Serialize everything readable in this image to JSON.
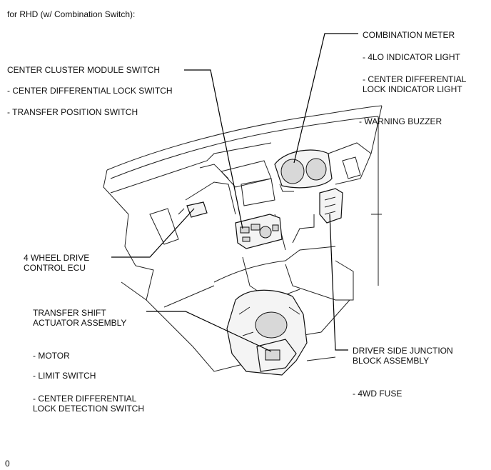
{
  "header": {
    "text": "for RHD (w/ Combination Switch):"
  },
  "labels": {
    "combination_meter": "COMBINATION METER",
    "lo_indicator": "- 4LO INDICATOR LIGHT",
    "center_diff_indicator": [
      "- CENTER DIFFERENTIAL",
      "LOCK INDICATOR LIGHT"
    ],
    "warning_buzzer": "- WARNING BUZZER",
    "center_cluster": "CENTER CLUSTER MODULE SWITCH",
    "center_diff_lock_switch": "- CENTER DIFFERENTIAL LOCK SWITCH",
    "transfer_position_switch": "- TRANSFER POSITION SWITCH",
    "four_wd_ecu": [
      "4 WHEEL DRIVE",
      "CONTROL ECU"
    ],
    "transfer_actuator": [
      "TRANSFER SHIFT",
      "ACTUATOR ASSEMBLY"
    ],
    "motor": "- MOTOR",
    "limit_switch": "- LIMIT SWITCH",
    "center_diff_detection": [
      "- CENTER DIFFERENTIAL",
      "LOCK DETECTION SWITCH"
    ],
    "junction_block": [
      "DRIVER SIDE JUNCTION",
      "BLOCK ASSEMBLY"
    ],
    "fuse": "- 4WD FUSE"
  },
  "footer": {
    "code": "0"
  }
}
